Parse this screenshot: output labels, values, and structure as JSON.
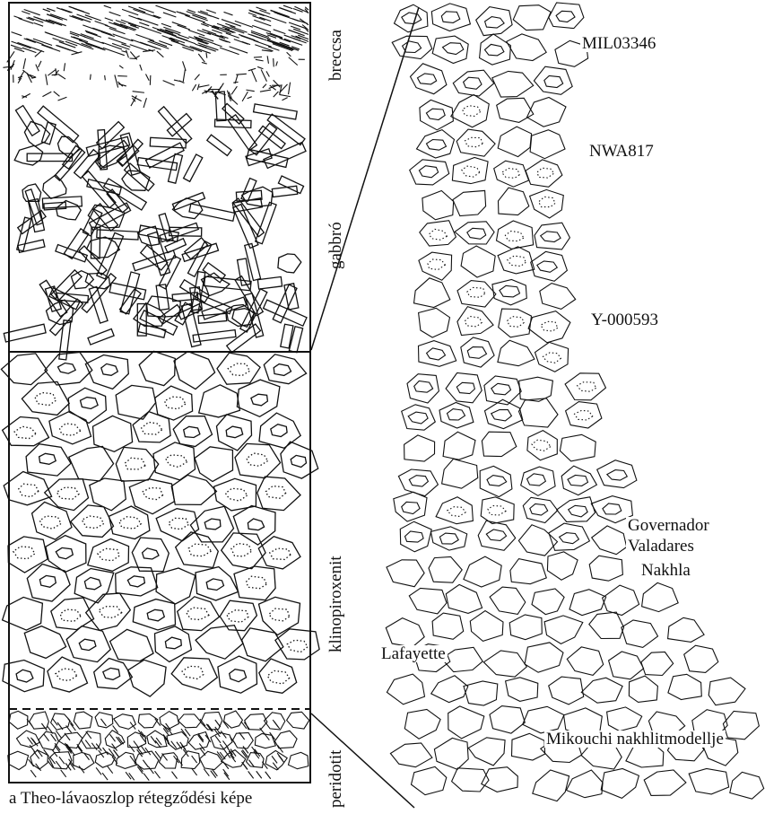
{
  "left_column": {
    "layers": [
      {
        "id": "breccsa",
        "label": "breccsa"
      },
      {
        "id": "gabbro",
        "label": "gabbró"
      },
      {
        "id": "klinopiroxenit",
        "label": "klinopiroxenit"
      },
      {
        "id": "peridotit",
        "label": "peridotit"
      }
    ],
    "caption": "a Theo-lávaoszlop rétegződési képe"
  },
  "right_column": {
    "meteorites": [
      {
        "id": "mil03346",
        "label": "MIL03346"
      },
      {
        "id": "nwa817",
        "label": "NWA817"
      },
      {
        "id": "y000593",
        "label": "Y-000593"
      },
      {
        "id": "governador-valadares",
        "label_line1": "Governador",
        "label_line2": "Valadares"
      },
      {
        "id": "nakhla",
        "label": "Nakhla"
      },
      {
        "id": "lafayette",
        "label": "Lafayette"
      }
    ],
    "caption": "Mikouchi nakhlitmodellje"
  }
}
